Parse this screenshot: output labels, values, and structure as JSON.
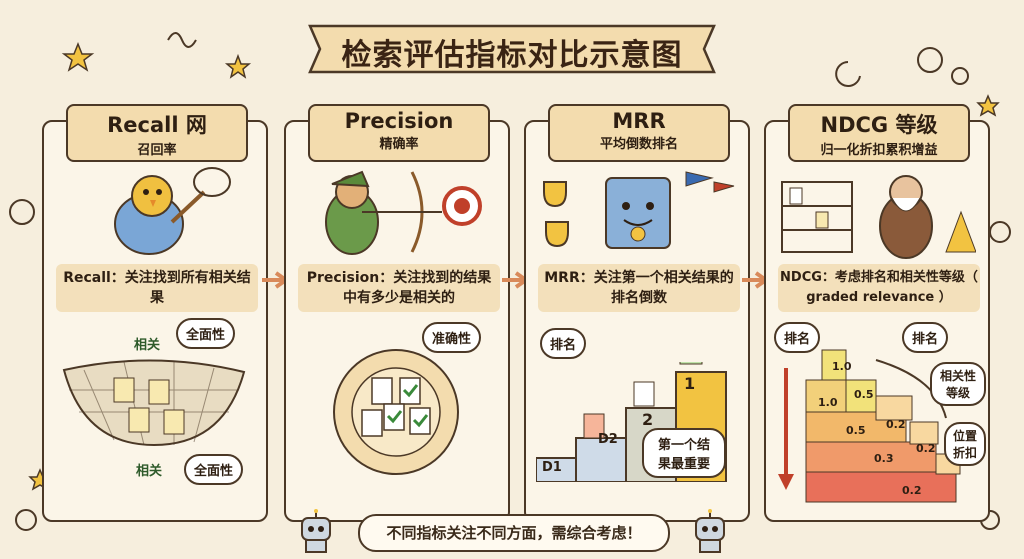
{
  "title": "检索评估指标对比示意图",
  "panels": [
    {
      "title": "Recall 网",
      "subtitle": "召回率",
      "desc": "Recall：关注找到所有相关结果",
      "bubbles": [
        "全面性",
        "全面性"
      ],
      "labels": [
        "相关",
        "相关"
      ]
    },
    {
      "title": "Precision",
      "subtitle": "精确率",
      "desc": "Precision：关注找到的结果中有多少是相关的",
      "bubbles": [
        "准确性"
      ]
    },
    {
      "title": "MRR",
      "subtitle": "平均倒数排名",
      "desc": "MRR：关注第一个相关结果的排名倒数",
      "bubbles": [
        "排名",
        "第一个结果最重要"
      ],
      "steps": [
        "1",
        "2",
        "D2",
        "D1"
      ]
    },
    {
      "title": "NDCG 等级",
      "subtitle": "归一化折扣累积增益",
      "desc": "NDCG：考虑排名和相关性等级（ graded relevance ）",
      "bubbles": [
        "排名",
        "排名",
        "相关性等级",
        "位置折扣"
      ],
      "values": [
        "1.0",
        "1.0",
        "0.5",
        "0.5",
        "0.2",
        "0.3",
        "0.2",
        "0.2"
      ]
    }
  ],
  "footer": "不同指标关注不同方面，需综合考虑！",
  "colors": {
    "bg": "#f6eedd",
    "panel": "#fbf5e8",
    "tag": "#f3dcae",
    "ink": "#4b3826"
  }
}
